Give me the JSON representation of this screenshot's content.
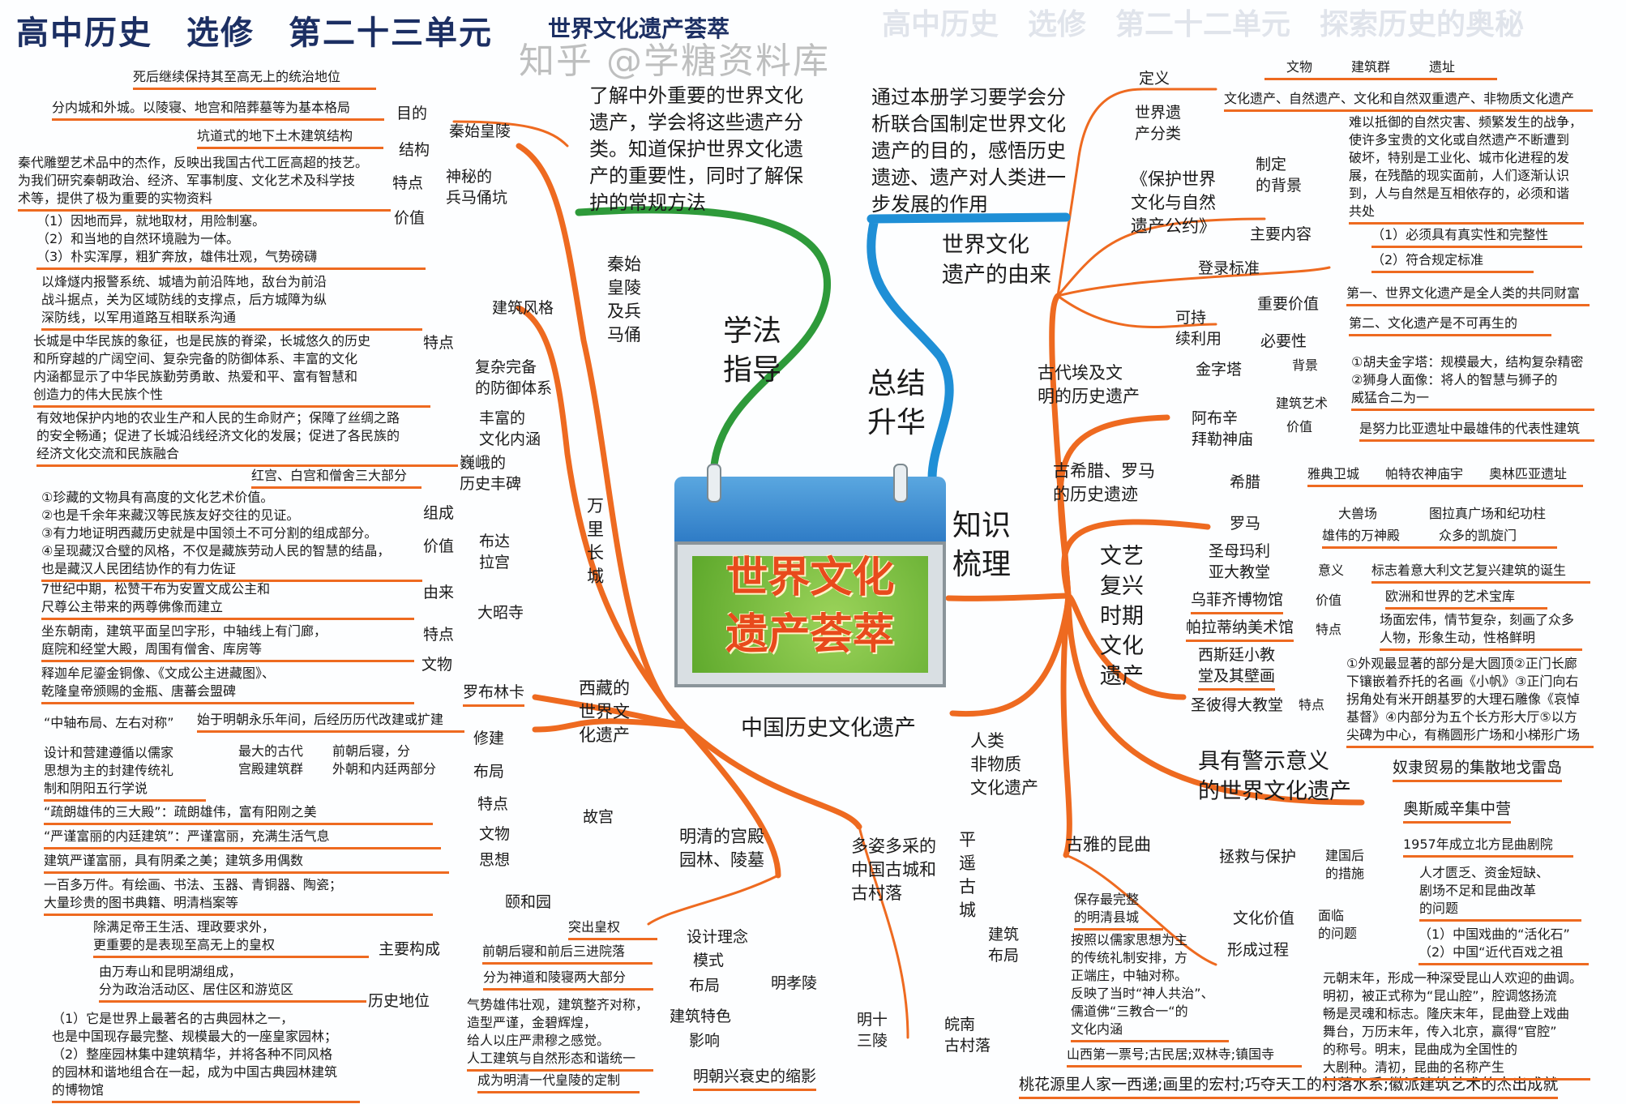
{
  "header": {
    "title": "高中历史　选修　第二十三单元",
    "subtitle": "世界文化遗产荟萃",
    "ghost_title": "高中历史　选修　第二十二单元　探索历史的奥秘"
  },
  "colors": {
    "branch": "#ee6a20",
    "guide_branch": "#2e9a3a",
    "summary_branch": "#1f8fd6",
    "title": "#1c2f63"
  },
  "center": {
    "calendar_title": "世界文化\n遗产荟萃",
    "guide_label": "学法\n指导",
    "summary_label": "总结\n升华",
    "knowledge_label": "知识\n梳理",
    "guide_text": "了解中外重要的世界文化\n遗产，学会将这些遗产分\n类。知道保护世界文化遗\n产的重要性，同时了解保\n护的常规方法",
    "summary_text": "通过本册学习要学会分\n析联合国制定世界文化\n遗产的目的，感悟历史\n遗迹、遗产对人类进一\n步发展的作用"
  },
  "china": {
    "label": "中国历史文化遗产",
    "qin": {
      "label": "秦始\n皇陵\n及兵\n马俑",
      "mausoleum": "秦始皇陵",
      "purpose_label": "目的",
      "purpose": "死后继续保持其至高无上的统治地位",
      "structure_label": "结构",
      "structure_1": "分内城和外城。以陵寝、地宫和陪葬墓等为基本格局",
      "structure_2": "坑道式的地下土木建筑结构",
      "pit": "神秘的\n兵马俑坑",
      "feature_label": "特点",
      "feature": "秦代雕塑艺术品中的杰作，反映出我国古代工匠高超的技艺。\n为我们研究秦朝政治、经济、军事制度、文化艺术及科学技\n术等，提供了极为重要的实物资料",
      "value_label": "价值"
    },
    "wall": {
      "label": "万\n里\n长\n城",
      "style_label": "建筑风格",
      "style": "（1）因地而异，就地取材，用险制塞。\n（2）和当地的自然环境融为一体。\n（3）朴实浑厚，粗犷奔放，雄伟壮观，气势磅礴",
      "feature_label": "特点",
      "defense": "复杂完备\n的防御体系",
      "defense_text": "以烽燧内报警系统、城墙为前沿阵地，敌台为前沿\n战斗据点，关为区域防线的支撑点，后方城障为纵\n深防线，以军用道路互相联系沟通",
      "culture": "丰富的\n文化内涵",
      "culture_text": "长城是中华民族的象征，也是民族的脊梁，长城悠久的历史\n和所穿越的广阔空间、复杂完备的防御体系、丰富的文化\n内涵都显示了中华民族勤劳勇敢、热爱和平、富有智慧和\n创造力的伟大民族个性",
      "monument": "巍峨的\n历史丰碑",
      "monument_text": "有效地保护内地的农业生产和人民的生命财产；保障了丝绸之路\n的安全畅通；促进了长城沿线经济文化的发展；促进了各民族的\n经济文化交流和民族融合"
    },
    "tibet": {
      "label": "西藏的\n世界文\n化遗产",
      "potala": "布达\n拉宫",
      "comp_label": "组成",
      "comp": "红宫、白宫和僧舍三大部分",
      "value_label": "价值",
      "value": "①珍藏的文物具有高度的文化艺术价值。\n②也是千余年来藏汉等民族友好交往的见证。\n③有力地证明西藏历史就是中国领土不可分割的组成部分。\n④呈现藏汉合璧的风格，不仅是藏族劳动人民的智慧的结晶，\n也是藏汉人民团结协作的有力佐证",
      "jokhang": "大昭寺",
      "origin_label": "由来",
      "origin": "7世纪中期，松赞干布为安置文成公主和\n尺尊公主带来的两尊佛像而建立",
      "feature_label": "特点",
      "feature": "坐东朝南，建筑平面呈凹字形，中轴线上有门廊，\n庭院和经堂大殿，周围有僧舍、库房等",
      "relic_label": "文物",
      "relic": "释迦牟尼鎏金铜像、《文成公主进藏图》、\n乾隆皇帝颁赐的金瓶、唐蕃会盟碑",
      "norbulingka": "罗布林卡"
    },
    "palace": {
      "label": "明清的宫殿\n园林、陵墓",
      "forbidden": "故宫",
      "build_label": "修建",
      "build": "始于明朝永乐年间，后经历历代改建或扩建",
      "layout_label": "布局",
      "layout_quote": "“中轴布局、左右对称”",
      "layout_1": "最大的古代\n宫殿建筑群",
      "layout_2": "前朝后寝，分\n外朝和内廷两部分",
      "layout_3": "设计和营建遵循以儒家\n思想为主的封建传统礼\n制和阴阳五行学说",
      "feature_label": "特点",
      "feature_1": "“疏朗雄伟的三大殿”：疏朗雄伟，富有阳刚之美",
      "feature_2": "“严谨富丽的内廷建筑”：严谨富丽，充满生活气息",
      "relic_label": "文物",
      "relic": "建筑严谨富丽，具有阴柔之美；建筑多用偶数",
      "thought_label": "思想",
      "thought": "一百多万件。有绘画、书法、玉器、青铜器、陶瓷；\n大量珍贵的图书典籍、明清档案等",
      "thought_2": "除满足帝王生活、理政要求外，\n更重要的是表现至高无上的皇权",
      "summer": "颐和园",
      "comp_label": "主要构成",
      "comp": "由万寿山和昆明湖组成，\n分为政治活动区、居住区和游览区",
      "status_label": "历史地位",
      "status": "（1）它是世界上最著名的古典园林之一，\n也是中国现存最完整、规模最大的一座皇家园林；\n（2）整座园林集中建筑精华，并将各种不同风格\n的园林和谐地组合在一起，成为中国古典园林建筑\n的博物馆",
      "xiaoling": "明孝陵",
      "idea_label": "设计理念",
      "idea": "突出皇权",
      "mode_label": "模式",
      "mode": "前朝后寝和前后三进院落",
      "ml_layout_label": "布局",
      "ml_layout": "分为神道和陵寝两大部分",
      "arch_label": "建筑特色",
      "arch": "气势雄伟壮观，建筑整齐对称，\n造型严谨，金碧辉煌，\n给人以庄严肃穆之感觉。\n人工建筑与自然形态和谐统一",
      "influence_label": "影响",
      "influence": "成为明清一代皇陵的定制",
      "ming13": "明十\n三陵",
      "ming13_text": "明朝兴衰史的缩影"
    },
    "towns": {
      "label": "多姿多采的\n中国古城和\n古村落",
      "pingyao": "平\n遥\n古\n城",
      "layout_label": "建筑\n布局",
      "layout_1": "保存最完整\n的明清县城",
      "layout_2": "按照以儒家思想为主\n的传统礼制安排，方\n正端庄，中轴对称。\n反映了当时“神人共治”、\n儒道佛“三教合一“的\n文化内涵",
      "sites": "山西第一票号;古民居;双林寺;镇国寺",
      "wannan": "皖南\n古村落",
      "wannan_text": "桃花源里人家一西递;画里的宏村;巧夺天工的村落水系;徽派建筑艺术的杰出成就"
    },
    "intangible": {
      "label": "人类\n非物质\n文化遗产",
      "kunqu": "古雅的昆曲",
      "rescue_label": "拯救与保护",
      "measure_label": "建国后\n的措施",
      "measure": "1957年成立北方昆曲剧院",
      "problem": "人才匮乏、资金短缺、\n剧场不足和昆曲改革\n的问题",
      "problem_label": "面临\n的问题",
      "value_label": "文化价值",
      "value": "（1）中国戏曲的“活化石”\n（2）中国“近代百戏之祖",
      "process_label": "形成过程",
      "process": "元朝末年，形成一种深受昆山人欢迎的曲调。\n明初，被正式称为“昆山腔”，腔调悠扬流\n畅是灵魂和标志。隆庆末年，昆曲登上戏曲\n舞台，万历末年，传入北京，赢得“官腔”\n的称号。明末，昆曲成为全国性的\n大剧种。清初，昆曲的名称产生"
    }
  },
  "world": {
    "origin": {
      "label": "世界文化\n遗产的由来",
      "def_label": "定义",
      "def": "文物　　　建筑群　　　遗址",
      "class_label": "世界遗\n产分类",
      "class": "文化遗产、自然遗产、文化和自然双重遗产、非物质文化遗产",
      "convention": "《保护世界\n文化与自然\n遗产公约》",
      "bg_label": "制定\n的背景",
      "bg": "难以抵御的自然灾害、频繁发生的战争，\n使许多宝贵的文化或自然遗产不断遭到\n破坏，特别是工业化、城市化进程的发\n展，在残酷的现实面前，人们逐渐认识\n到，人与自然是互相依存的，必须和谐\n共处",
      "content_label": "主要内容",
      "criteria_label": "登录标准",
      "criteria_1": "（1）必须具有真实性和完整性",
      "criteria_2": "（2）符合规定标准",
      "sustain_label": "可持\n续利用",
      "importance_label": "重要价值",
      "importance_1": "第一、世界文化遗产是全人类的共同财富",
      "importance_2": "第二、文化遗产是不可再生的",
      "necessity_label": "必要性"
    },
    "egypt": {
      "label": "古代埃及文\n明的历史遗产",
      "pyramid": "金字塔",
      "bg_label": "背景",
      "arch_label": "建筑艺术",
      "arch": "①胡夫金字塔：规模最大，结构复杂精密\n②狮身人面像：将人的智慧与狮子的\n威猛合二为一",
      "abu": "阿布辛\n拜勒神庙",
      "value_label": "价值",
      "value": "是努力比亚遗址中最雄伟的代表性建筑"
    },
    "greece": {
      "label": "古希腊、罗马\n的历史遗迹",
      "greece_label": "希腊",
      "greece_sites": "雅典卫城　　帕特农神庙宇　　奥林匹亚遗址",
      "rome_label": "罗马",
      "rome_1": "大兽场　　　　图拉真广场和纪功柱",
      "rome_2": "雄伟的万神殿　　　众多的凯旋门"
    },
    "renaissance": {
      "label": "文艺\n复兴\n时期\n文化\n遗产",
      "florence": "圣母玛利\n亚大教堂",
      "meaning_label": "意义",
      "meaning": "标志着意大利文艺复兴建筑的诞生",
      "uffizi": "乌菲齐博物馆",
      "value_label": "价值",
      "value": "欧洲和世界的艺术宝库",
      "palatina": "帕拉蒂纳美术馆",
      "feature_label": "特点",
      "feature": "场面宏伟，情节复杂，刻画了众多\n人物，形象生动，性格鲜明",
      "sistine": "西斯廷小教\n堂及其壁画",
      "stpeter": "圣彼得大教堂",
      "stpeter_label": "特点",
      "stpeter_text": "①外观最显著的部分是大圆顶②正门长廊\n下镶嵌着乔托的名画《小帆》③正门向右\n拐角处有米开朗基罗的大理石雕像《哀悼\n基督》④内部分为五个长方形大厅⑤以方\n尖碑为中心，有椭圆形广场和小梯形广场"
    },
    "warning": {
      "label": "具有警示意义\n的世界文化遗产",
      "item_1": "奴隶贸易的集散地戈雷岛",
      "item_2": "奥斯威辛集中营"
    }
  },
  "watermark": "知乎 @学糖资料库"
}
